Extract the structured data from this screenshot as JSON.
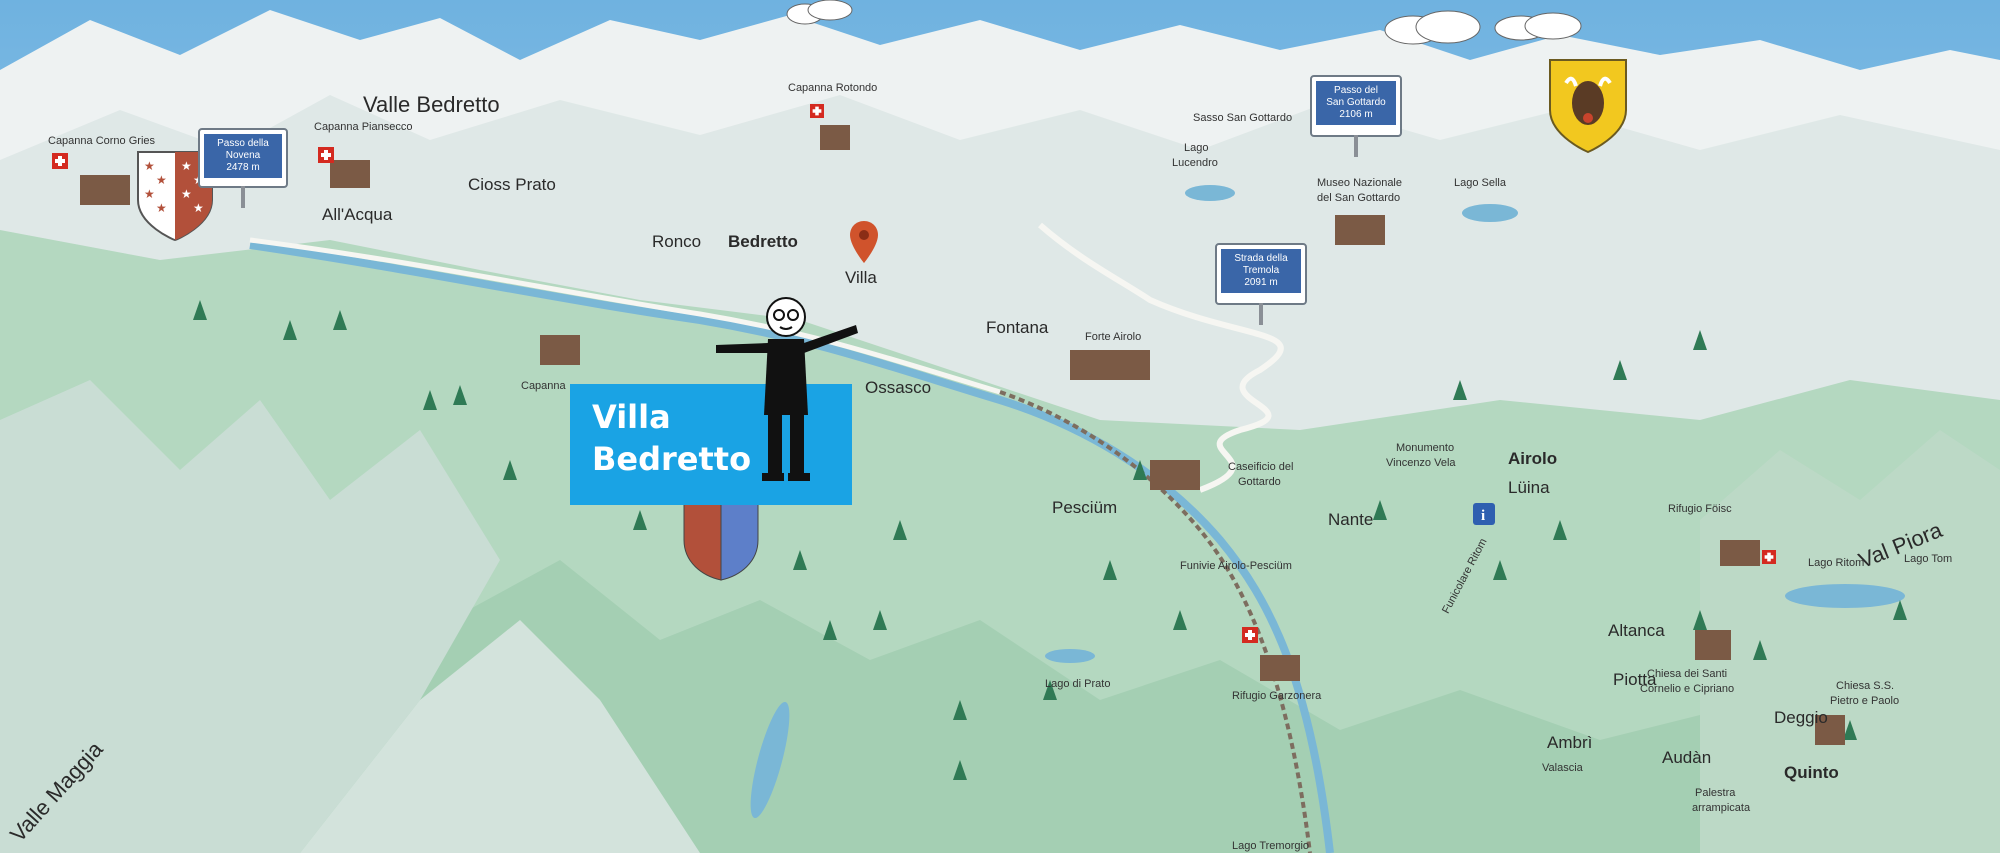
{
  "colors": {
    "sky": "#8fc6e8",
    "snow": "#f4f7f7",
    "meadow": "#a9d2b6",
    "rock": "#c9d4d2",
    "river": "#7ab7d6",
    "road": "#f6f6f2",
    "callout": "#1aa3e4",
    "pin": "#d0532c",
    "shield_left": "#b2503a",
    "shield_right": "#5d7fc9",
    "sign_blue": "#3a66a8"
  },
  "icons": [
    "location-pin-icon",
    "valais-coat-of-arms-icon",
    "uri-coat-of-arms-icon",
    "bedretto-shield-icon",
    "swiss-flag-icon",
    "info-icon",
    "cloud-icon"
  ],
  "callout": {
    "line1": "Villa",
    "line2": "Bedretto"
  },
  "regions": {
    "valle_bedretto": "Valle Bedretto",
    "val_piora": "Val Piora",
    "valle_maggia": "Valle Maggia"
  },
  "villages": {
    "bedretto": "Bedretto",
    "ronco": "Ronco",
    "villa": "Villa",
    "all_acqua": "All'Acqua",
    "cioss_prato": "Cioss Prato",
    "fontana": "Fontana",
    "ossasco": "Ossasco",
    "pesciüm": "Pesciüm",
    "nante": "Nante",
    "airolo": "Airolo",
    "lüina": "Lüina",
    "altanca": "Altanca",
    "piotta": "Piotta",
    "deggio": "Deggio",
    "audàn": "Audàn",
    "quinto": "Quinto",
    "ambrì": "Ambrì"
  },
  "places": {
    "capanna_corno_gries": "Capanna Corno Gries",
    "capanna_piansecco": "Capanna Piansecco",
    "capanna_rotondo": "Capanna Rotondo",
    "capanna": "Capanna",
    "sasso_san_gottardo": "Sasso San Gottardo",
    "lago_lucendro_1": "Lago",
    "lago_lucendro_2": "Lucendro",
    "museo_1": "Museo Nazionale",
    "museo_2": "del San Gottardo",
    "lago_sella": "Lago Sella",
    "forte_airolo": "Forte Airolo",
    "caseificio_1": "Caseificio del",
    "caseificio_2": "Gottardo",
    "monumento_1": "Monumento",
    "monumento_2": "Vincenzo Vela",
    "funivie": "Funivie Airolo-Pesciüm",
    "funicolare": "Funicolare Ritom",
    "rifugio_garzonera": "Rifugio Garzonera",
    "rifugio_föisc": "Rifugio Föisc",
    "lago_ritom": "Lago Ritom",
    "lago_tom": "Lago Tom",
    "lago_di_prato": "Lago di Prato",
    "chiesa_santi_1": "Chiesa dei Santi",
    "chiesa_santi_2": "Cornelio e Cipriano",
    "chiesa_ss_1": "Chiesa S.S.",
    "chiesa_ss_2": "Pietro e Paolo",
    "palestra_1": "Palestra",
    "palestra_2": "arrampicata",
    "valascia": "Valascia",
    "lago_tremorgio": "Lago Tremorgio"
  },
  "signs": {
    "novena_1": "Passo della",
    "novena_2": "Novena",
    "novena_3": "2478 m",
    "gottardo_1": "Passo del",
    "gottardo_2": "San Gottardo",
    "gottardo_3": "2106 m",
    "tremola_1": "Strada della",
    "tremola_2": "Tremola",
    "tremola_3": "2091 m"
  }
}
